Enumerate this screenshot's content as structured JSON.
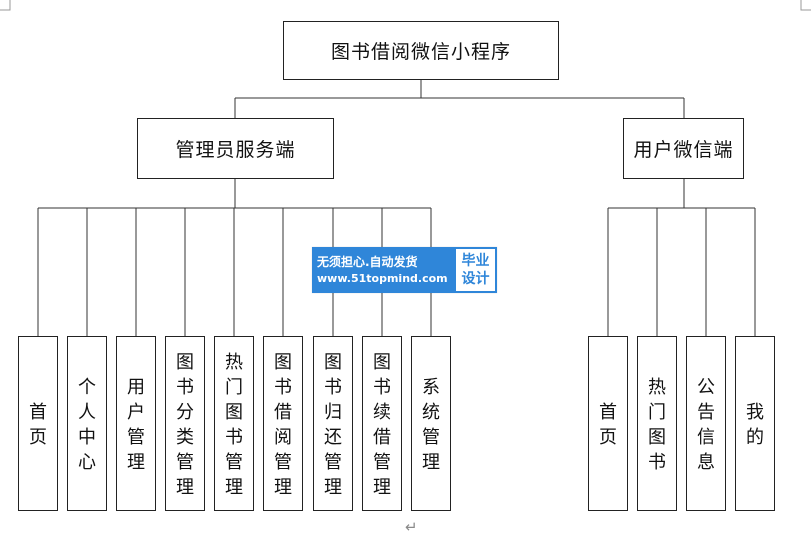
{
  "diagram": {
    "root": {
      "label": "图书借阅微信小程序"
    },
    "branches": [
      {
        "label": "管理员服务端",
        "children": [
          "首页",
          "个人中心",
          "用户管理",
          "图书分类管理",
          "热门图书管理",
          "图书借阅管理",
          "图书归还管理",
          "图书续借管理",
          "系统管理"
        ]
      },
      {
        "label": "用户微信端",
        "children": [
          "首页",
          "热门图书",
          "公告信息",
          "我的"
        ]
      }
    ]
  },
  "watermark": {
    "slogan": "无须担心.自动发货",
    "url": "www.51topmind.com",
    "badge": "毕业设计"
  },
  "paragraph_mark": "↵"
}
